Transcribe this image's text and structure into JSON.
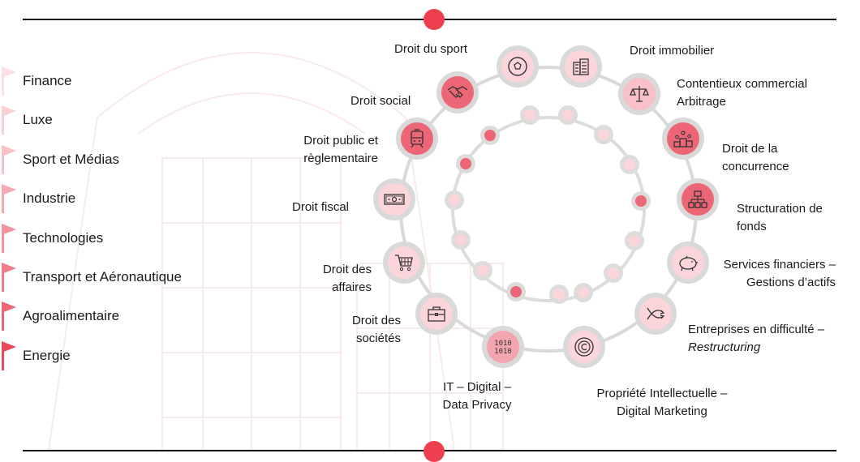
{
  "sectors": [
    {
      "label": "Finance",
      "color": "#fcdfe2"
    },
    {
      "label": "Luxe",
      "color": "#fad0d5"
    },
    {
      "label": "Sport et Médias",
      "color": "#f8c0c7"
    },
    {
      "label": "Industrie",
      "color": "#f5aab3"
    },
    {
      "label": "Technologies",
      "color": "#f2939f"
    },
    {
      "label": "Transport et Aéronautique",
      "color": "#ef7c8a"
    },
    {
      "label": "Agroalimentaire",
      "color": "#ec6675"
    },
    {
      "label": "Energie",
      "color": "#e94a5b"
    }
  ],
  "practices": {
    "sport": {
      "label": "Droit du sport",
      "icon": "soccer-ball-icon"
    },
    "immobilier": {
      "label": "Droit immobilier",
      "icon": "buildings-icon"
    },
    "contentieux": {
      "line1": "Contentieux commercial",
      "line2": "Arbitrage",
      "icon": "scales-icon"
    },
    "concurrence": {
      "line1": "Droit de la",
      "line2": "concurrence",
      "icon": "podium-icon"
    },
    "structuration": {
      "line1": "Structuration de",
      "line2": "fonds",
      "icon": "org-chart-icon"
    },
    "services": {
      "line1": "Services financiers –",
      "line2": "Gestions d’actifs",
      "icon": "piggy-bank-icon"
    },
    "difficulte": {
      "line1": "Entreprises en difficulté –",
      "line2": "Restructuring",
      "icon": "restructuring-arrows-icon"
    },
    "propriete": {
      "line1": "Propriété Intellectuelle –",
      "line2": "Digital Marketing",
      "icon": "copyright-icon"
    },
    "it": {
      "line1": "IT – Digital –",
      "line2": "Data Privacy",
      "icon": "binary-code-icon"
    },
    "societes": {
      "line1": "Droit des",
      "line2": "sociétés",
      "icon": "briefcase-icon"
    },
    "affaires": {
      "line1": "Droit des",
      "line2": "affaires",
      "icon": "shopping-cart-icon"
    },
    "fiscal": {
      "label": "Droit fiscal",
      "icon": "banknote-icon"
    },
    "public": {
      "line1": "Droit public et",
      "line2": "règlementaire",
      "icon": "train-icon"
    },
    "social": {
      "label": "Droit social",
      "icon": "handshake-icon"
    }
  },
  "colors": {
    "accent": "#ee3f4f",
    "ring_gray": "#d9d9d9",
    "pale_pink": "#fbd5d9",
    "mid_pink": "#f4a5ae",
    "strong_pink": "#ec6675"
  }
}
